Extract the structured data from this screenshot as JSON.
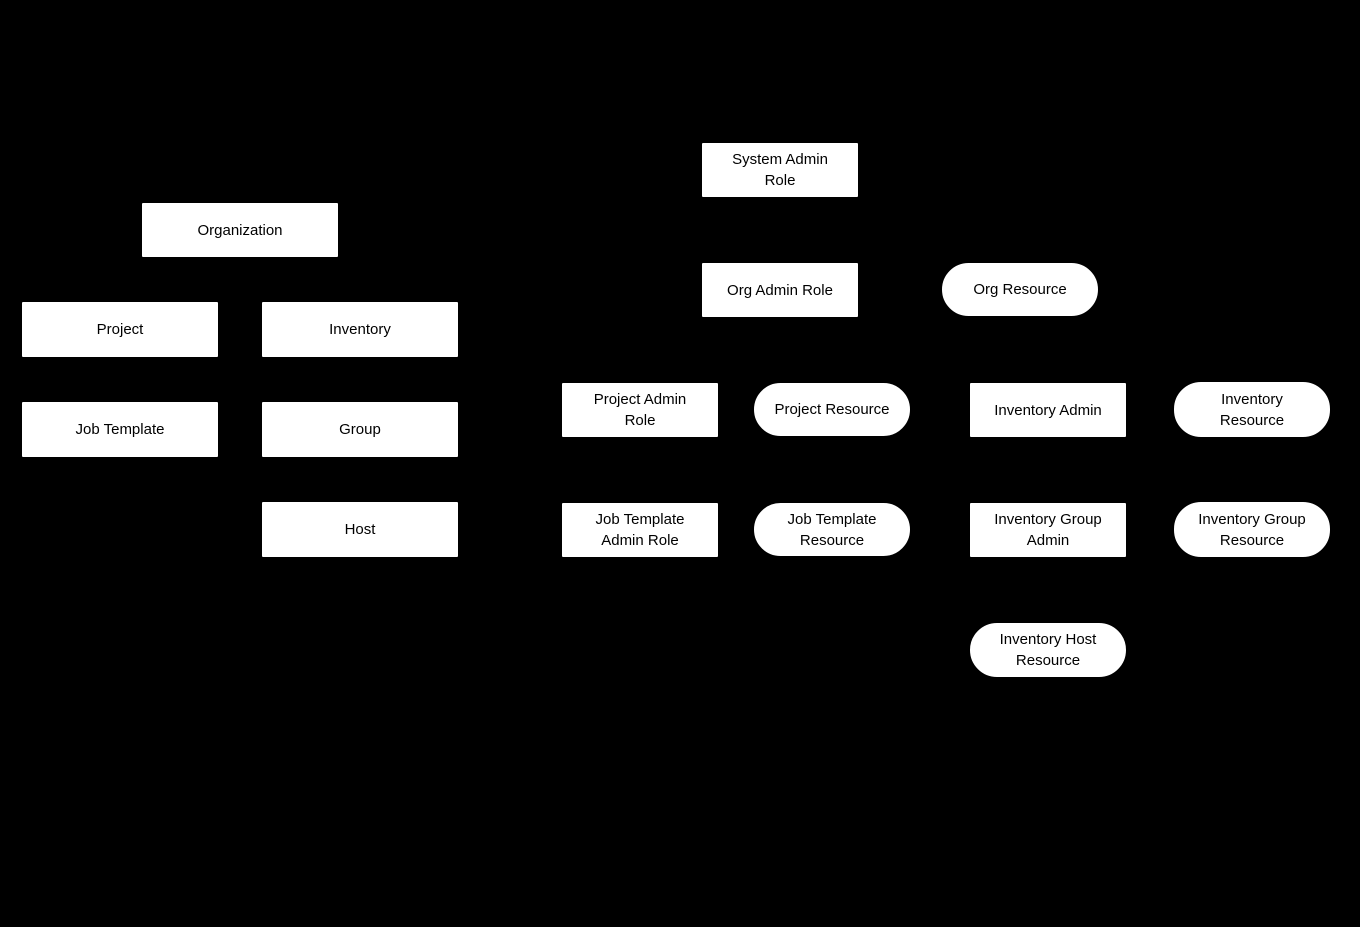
{
  "diagram": {
    "background_color": "#000000",
    "node_fill_color": "#ffffff",
    "node_text_color": "#000000",
    "nodes": {
      "organization": {
        "label": "Organization",
        "shape": "rectangle"
      },
      "project": {
        "label": "Project",
        "shape": "rectangle"
      },
      "inventory": {
        "label": "Inventory",
        "shape": "rectangle"
      },
      "job_template": {
        "label": "Job Template",
        "shape": "rectangle"
      },
      "group": {
        "label": "Group",
        "shape": "rectangle"
      },
      "host": {
        "label": "Host",
        "shape": "rectangle"
      },
      "system_admin_role": {
        "label": "System Admin\nRole",
        "shape": "rectangle"
      },
      "org_admin_role": {
        "label": "Org Admin Role",
        "shape": "rectangle"
      },
      "org_resource": {
        "label": "Org Resource",
        "shape": "rounded"
      },
      "project_admin_role": {
        "label": "Project Admin\nRole",
        "shape": "rectangle"
      },
      "project_resource": {
        "label": "Project Resource",
        "shape": "rounded"
      },
      "inventory_admin": {
        "label": "Inventory Admin",
        "shape": "rectangle"
      },
      "inventory_resource": {
        "label": "Inventory\nResource",
        "shape": "rounded"
      },
      "job_template_admin_role": {
        "label": "Job Template\nAdmin Role",
        "shape": "rectangle"
      },
      "job_template_resource": {
        "label": "Job Template\nResource",
        "shape": "rounded"
      },
      "inventory_group_admin": {
        "label": "Inventory Group\nAdmin",
        "shape": "rectangle"
      },
      "inventory_group_resource": {
        "label": "Inventory Group\nResource",
        "shape": "rounded"
      },
      "inventory_host_resource": {
        "label": "Inventory Host\nResource",
        "shape": "rounded"
      }
    }
  }
}
